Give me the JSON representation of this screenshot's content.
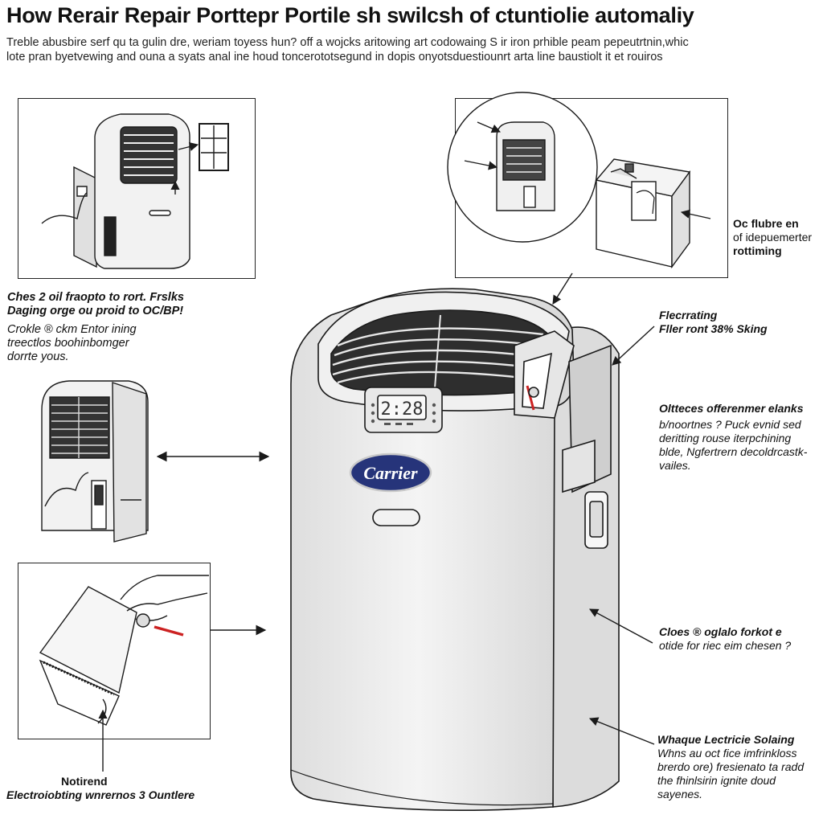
{
  "header": {
    "title": "How Rerair Repair Porttepr Portile sh swilcsh of ctuntiolie automaliy",
    "subtitle_line1": "Treble abusbire serf qu ta gulin dre, weriam toyess hun? off a wojcks aritowing art codowaing S ir iron prhible peam pepeutrtnin,whic",
    "subtitle_line2": "lote pran byetvewing and ouna a syats anal ine houd toncerototsegund in dopis onyotsduestiounrt arta line baustiolt it et rouiros"
  },
  "unit": {
    "brand_badge": "Carrier",
    "display_readout": "2:28"
  },
  "callouts": {
    "top_right": {
      "line1": "Oc flubre en",
      "line2": "of idepuemerter",
      "line3": "rottiming"
    },
    "left_upper": {
      "line1": "Ches 2 oil fraopto to rort. Frslks",
      "line2": "Daging orge ou proid to OC/BP!",
      "line3": "Crokle ® ckm Entor ining",
      "line4": "treectlos boohinbomger",
      "line5": "dorrte yous."
    },
    "right_1": {
      "line1": "Flecrrating",
      "line2": "Fller ront 38% Sking"
    },
    "right_2": {
      "line1": "Oltteces offerenmer elanks",
      "line2": "b/noortnes ? Puck evnid sed",
      "line3": "deritting rouse iterpchining",
      "line4": "blde, Ngfertrern decoldrcastk-",
      "line5": "vailes."
    },
    "right_3": {
      "line1": "Cloes ® oglalo forkot e",
      "line2": "otide for riec eim chesen ?"
    },
    "right_4": {
      "line1": "Whaque Lectricie Solaing",
      "line2": "Whns au oct fice imfrinkloss",
      "line3": "brerdo ore) fresienato ta radd",
      "line4": "the fhinlsirin ignite doud",
      "line5": "sayenes."
    },
    "bottom_left": {
      "line1": "Notirend",
      "line2": "Electroiobting wnrernos 3 Ountlere"
    }
  },
  "colors": {
    "line": "#1a1a1a",
    "unit_body": "#ececec",
    "badge_navy": "#26347a",
    "accent_red": "#cc2222"
  }
}
